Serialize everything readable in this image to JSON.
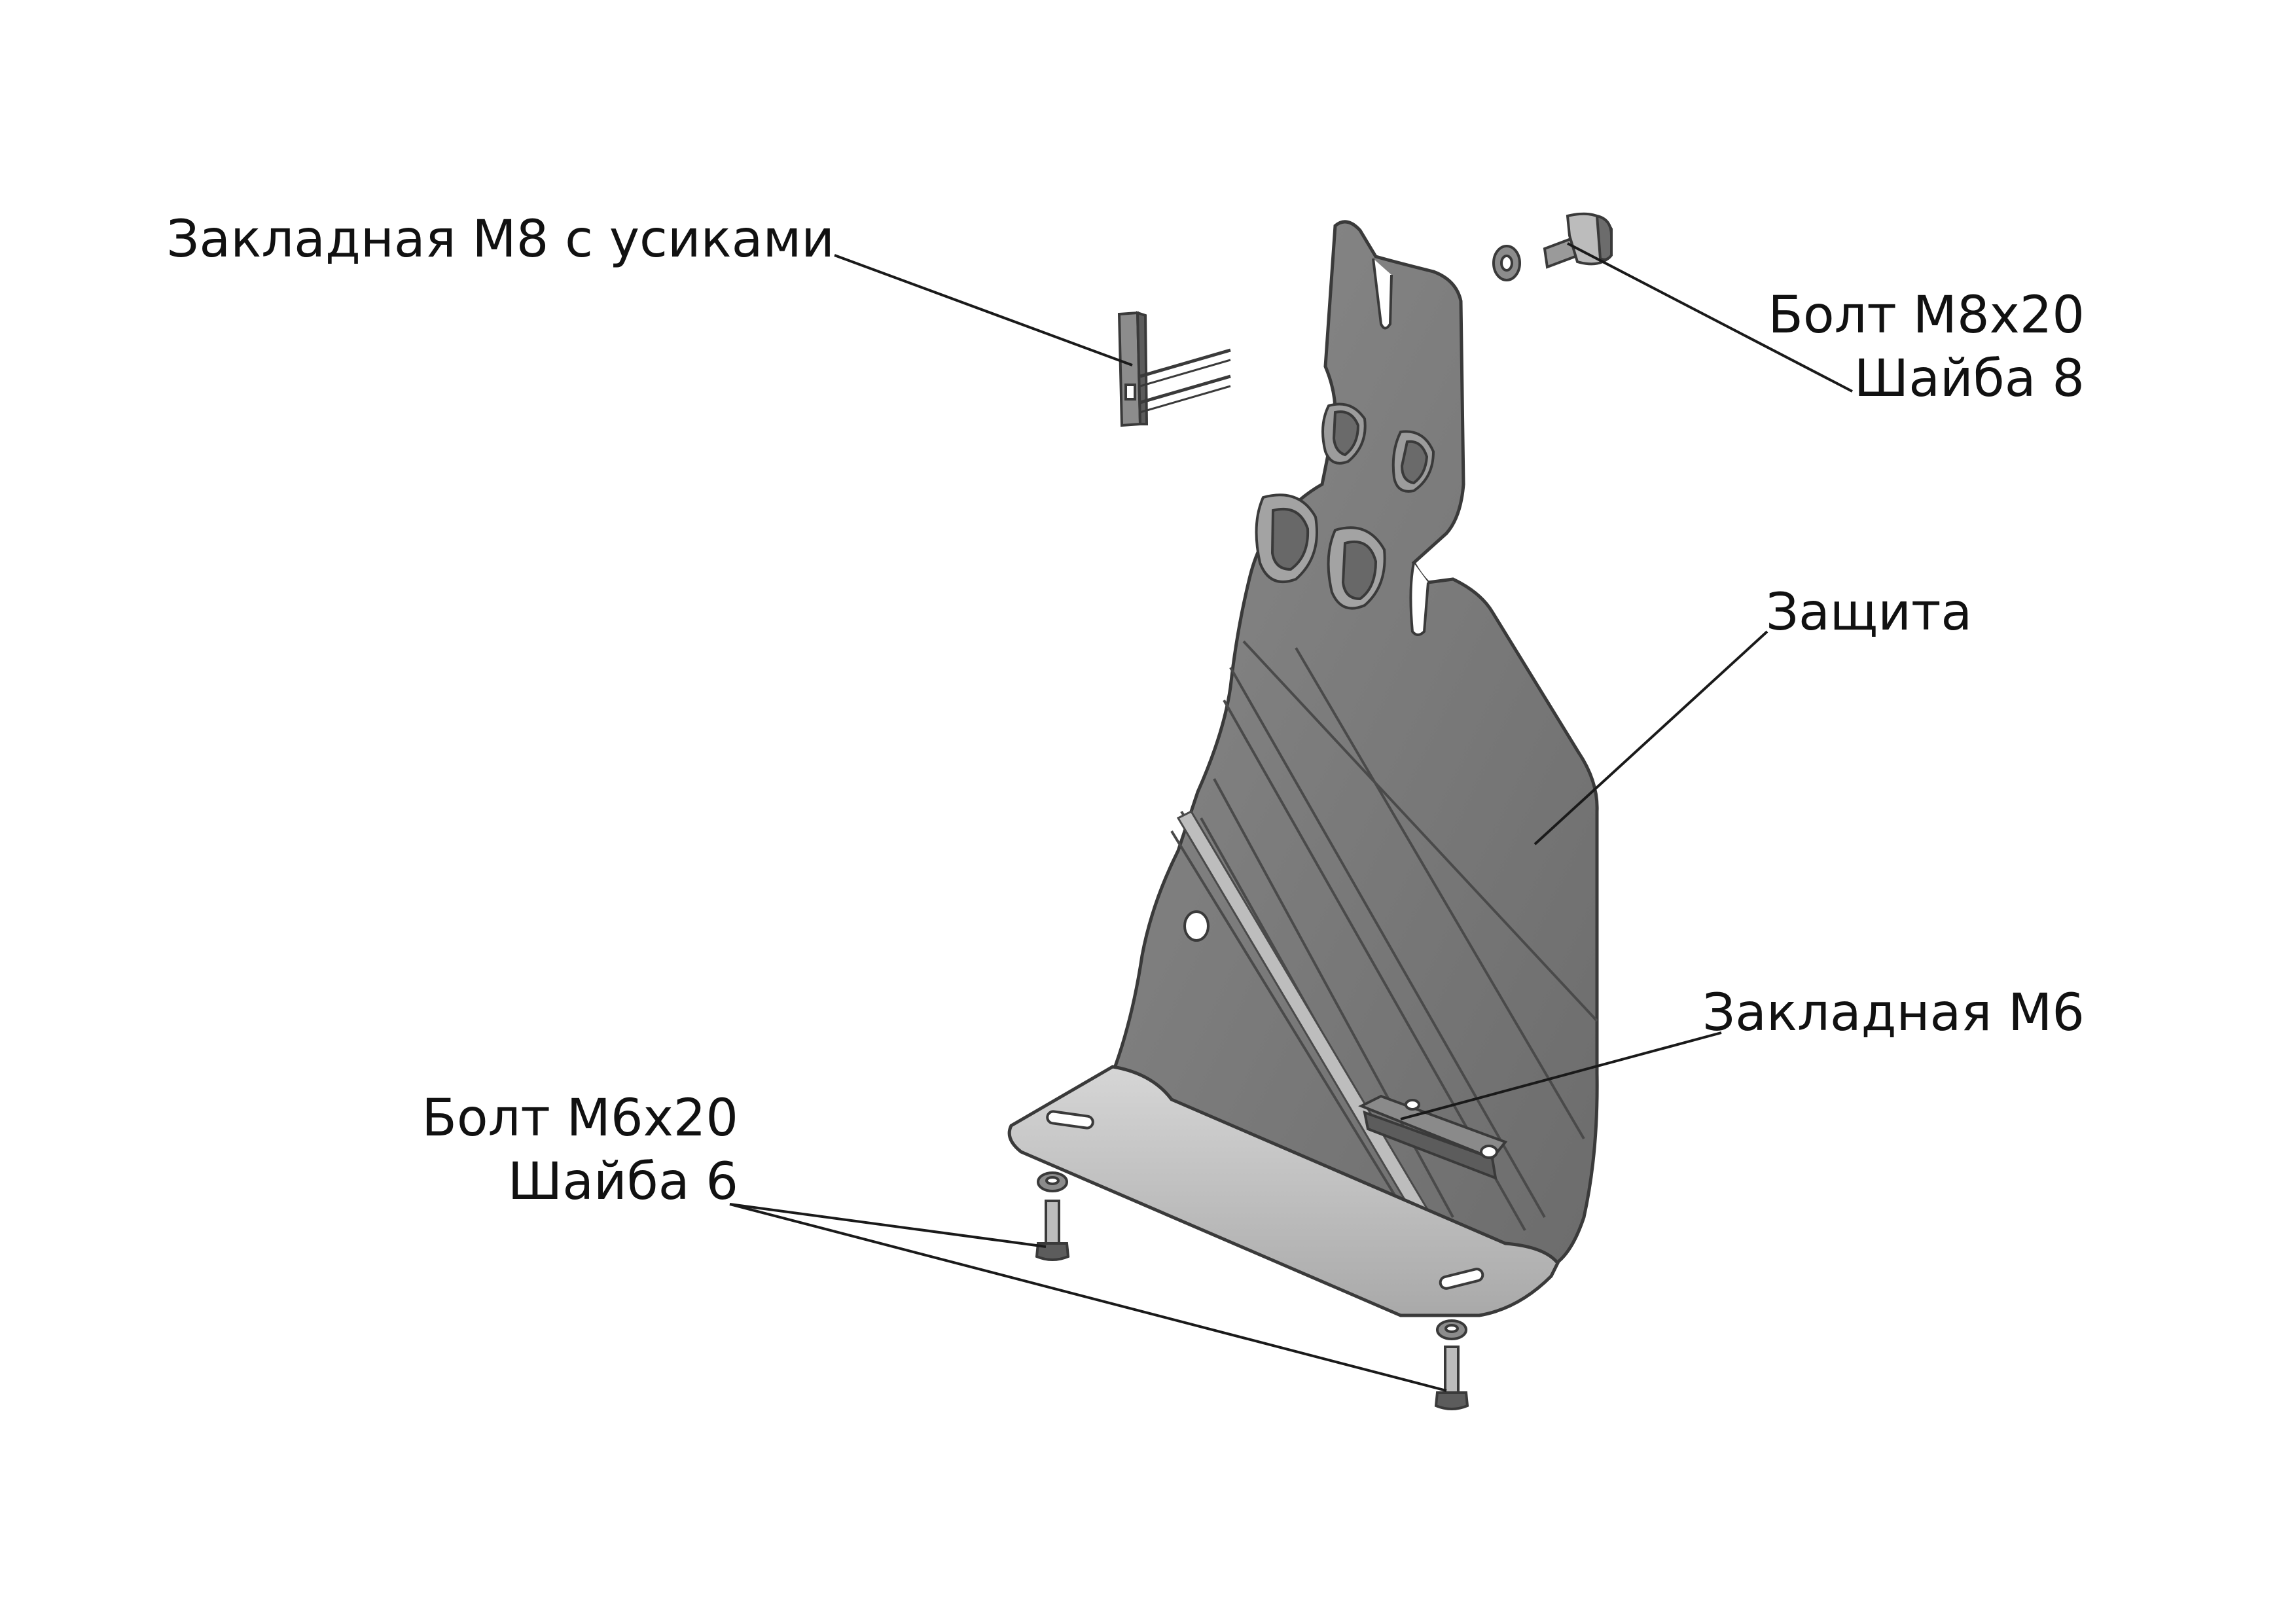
{
  "labels": {
    "clip_nut_m8": "Закладная М8 с усиками",
    "bolt_m8": "Болт М8х20",
    "washer_8": "Шайба 8",
    "guard": "Защита",
    "clip_nut_m6": "Закладная М6",
    "bolt_m6": "Болт М6х20",
    "washer_6": "Шайба 6"
  },
  "colors": {
    "plate_face": "#7a7a7a",
    "plate_dark": "#5e5e5e",
    "plate_light": "#c4c4c4",
    "outline": "#3a3a3a",
    "leader": "#1a1a1a"
  }
}
